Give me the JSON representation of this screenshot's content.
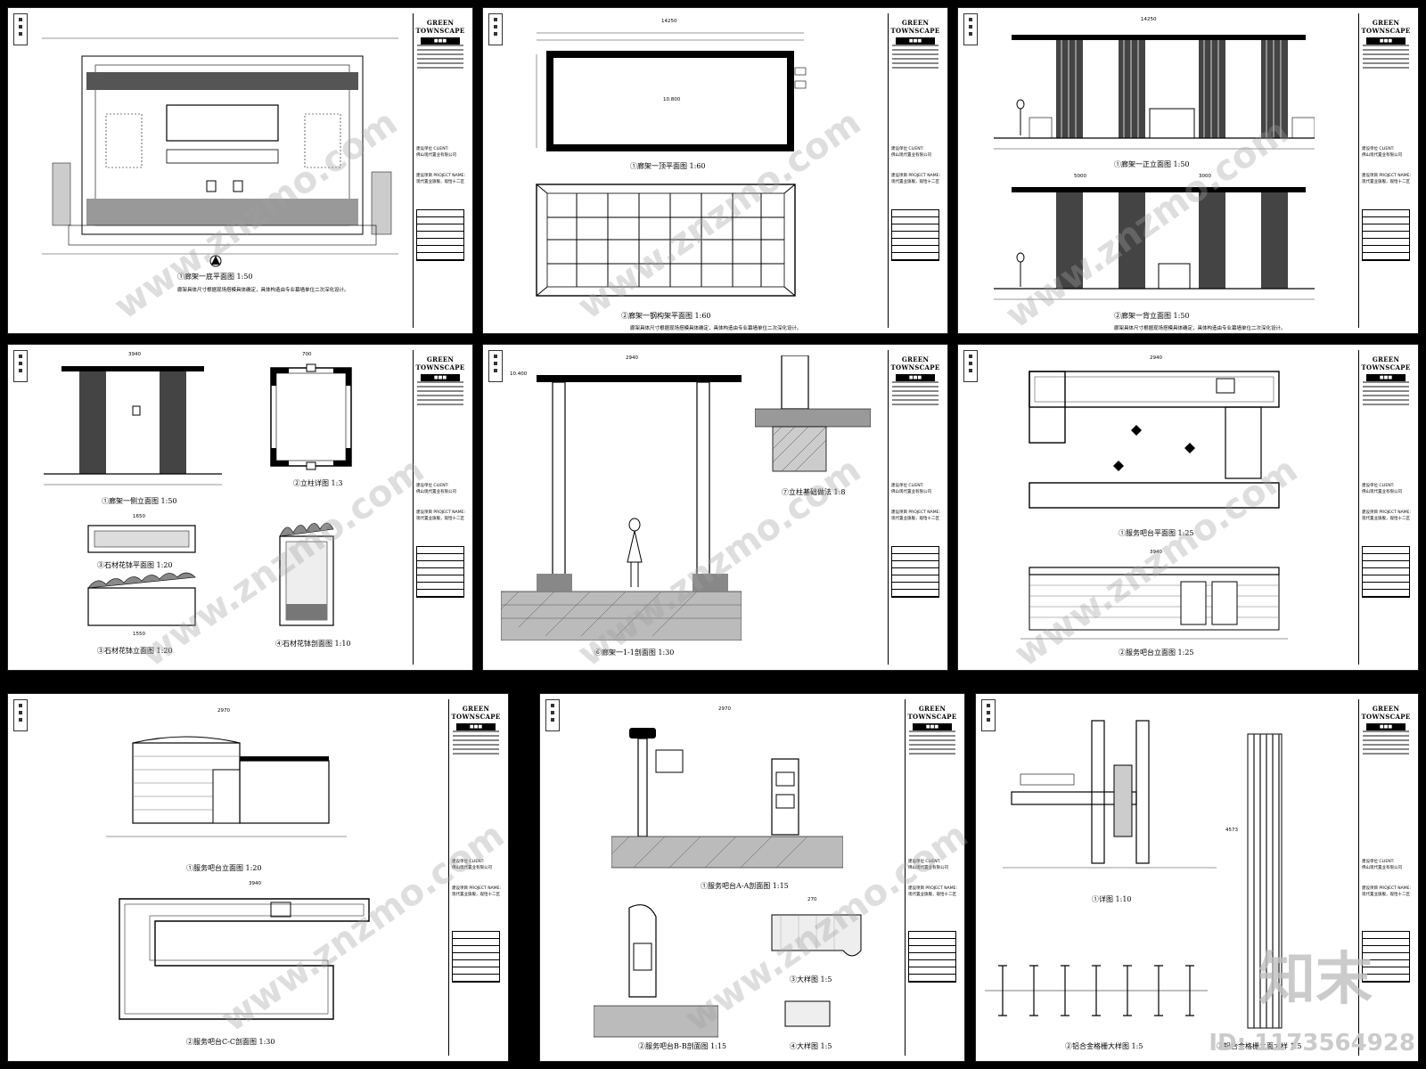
{
  "titleblock": {
    "brand": "GREEN TOWNSCAPE",
    "client_label": "建设单位 CLIENT:",
    "client": "佛山现代置业有限公司",
    "project_label": "建设项目 PROJECT NAME:",
    "project": "现代置业旗舰，观恰十二区"
  },
  "sheets": [
    {
      "captions": [
        {
          "text": "①廊架一底平面图  1:50"
        }
      ],
      "notes": [
        {
          "text": "廊架具体尺寸根据现场搭模具体确定，具体构造由专业幕墙单位二次深化设计。"
        }
      ]
    },
    {
      "captions": [
        {
          "text": "①廊架一顶平面图  1:60"
        },
        {
          "text": "②廊架一钢构架平面图  1:60"
        }
      ],
      "notes": [
        {
          "text": "廊架具体尺寸根据现场搭模具体确定，具体构造由专业幕墙单位二次深化设计。"
        }
      ],
      "dims": [
        {
          "text": "14250"
        },
        {
          "text": "10.800"
        }
      ]
    },
    {
      "captions": [
        {
          "text": "①廊架一正立面图  1:50"
        },
        {
          "text": "②廊架一背立面图  1:50"
        }
      ],
      "notes": [
        {
          "text": "廊架具体尺寸根据现场搭模具体确定，具体构造由专业幕墙单位二次深化设计。"
        }
      ],
      "dims": [
        {
          "text": "14250"
        },
        {
          "text": "5000"
        },
        {
          "text": "3000"
        }
      ]
    },
    {
      "captions": [
        {
          "text": "①廊架一侧立面图  1:50"
        },
        {
          "text": "②立柱详图  1:3"
        },
        {
          "text": "③石材花钵平面图  1:20"
        },
        {
          "text": "③石材花钵立面图  1:20"
        },
        {
          "text": "④石材花钵剖面图  1:10"
        }
      ],
      "dims": [
        {
          "text": "3940"
        },
        {
          "text": "700"
        },
        {
          "text": "1650"
        },
        {
          "text": "1550"
        }
      ]
    },
    {
      "captions": [
        {
          "text": "⑥廊架一1-1剖面图  1:30"
        },
        {
          "text": "⑦立柱基础做法  1:8"
        }
      ],
      "dims": [
        {
          "text": "2940"
        },
        {
          "text": "10.400"
        }
      ]
    },
    {
      "captions": [
        {
          "text": "①服务吧台平面图  1:25"
        },
        {
          "text": "②服务吧台立面图  1:25"
        }
      ],
      "dims": [
        {
          "text": "2940"
        },
        {
          "text": "3940"
        }
      ]
    },
    {
      "captions": [
        {
          "text": "①服务吧台立面图  1:20"
        },
        {
          "text": "②服务吧台C-C剖面图  1:30"
        }
      ],
      "dims": [
        {
          "text": "2970"
        },
        {
          "text": "3940"
        }
      ]
    },
    {
      "captions": [
        {
          "text": "①服务吧台A-A剖面图  1:15"
        },
        {
          "text": "②服务吧台B-B剖面图  1:15"
        },
        {
          "text": "③大样图  1:5"
        },
        {
          "text": "④大样图  1:5"
        }
      ],
      "dims": [
        {
          "text": "2970"
        },
        {
          "text": "270"
        }
      ]
    },
    {
      "captions": [
        {
          "text": "①详图  1:10"
        },
        {
          "text": "②铝合金格栅大样图  1:5"
        },
        {
          "text": "③铝合金格栅立面大样  1:5"
        }
      ],
      "dims": [
        {
          "text": "4573"
        }
      ]
    }
  ],
  "watermark": {
    "text": "www.znzmo.com",
    "logo": "知末"
  },
  "id_label": "ID: 1173564928"
}
